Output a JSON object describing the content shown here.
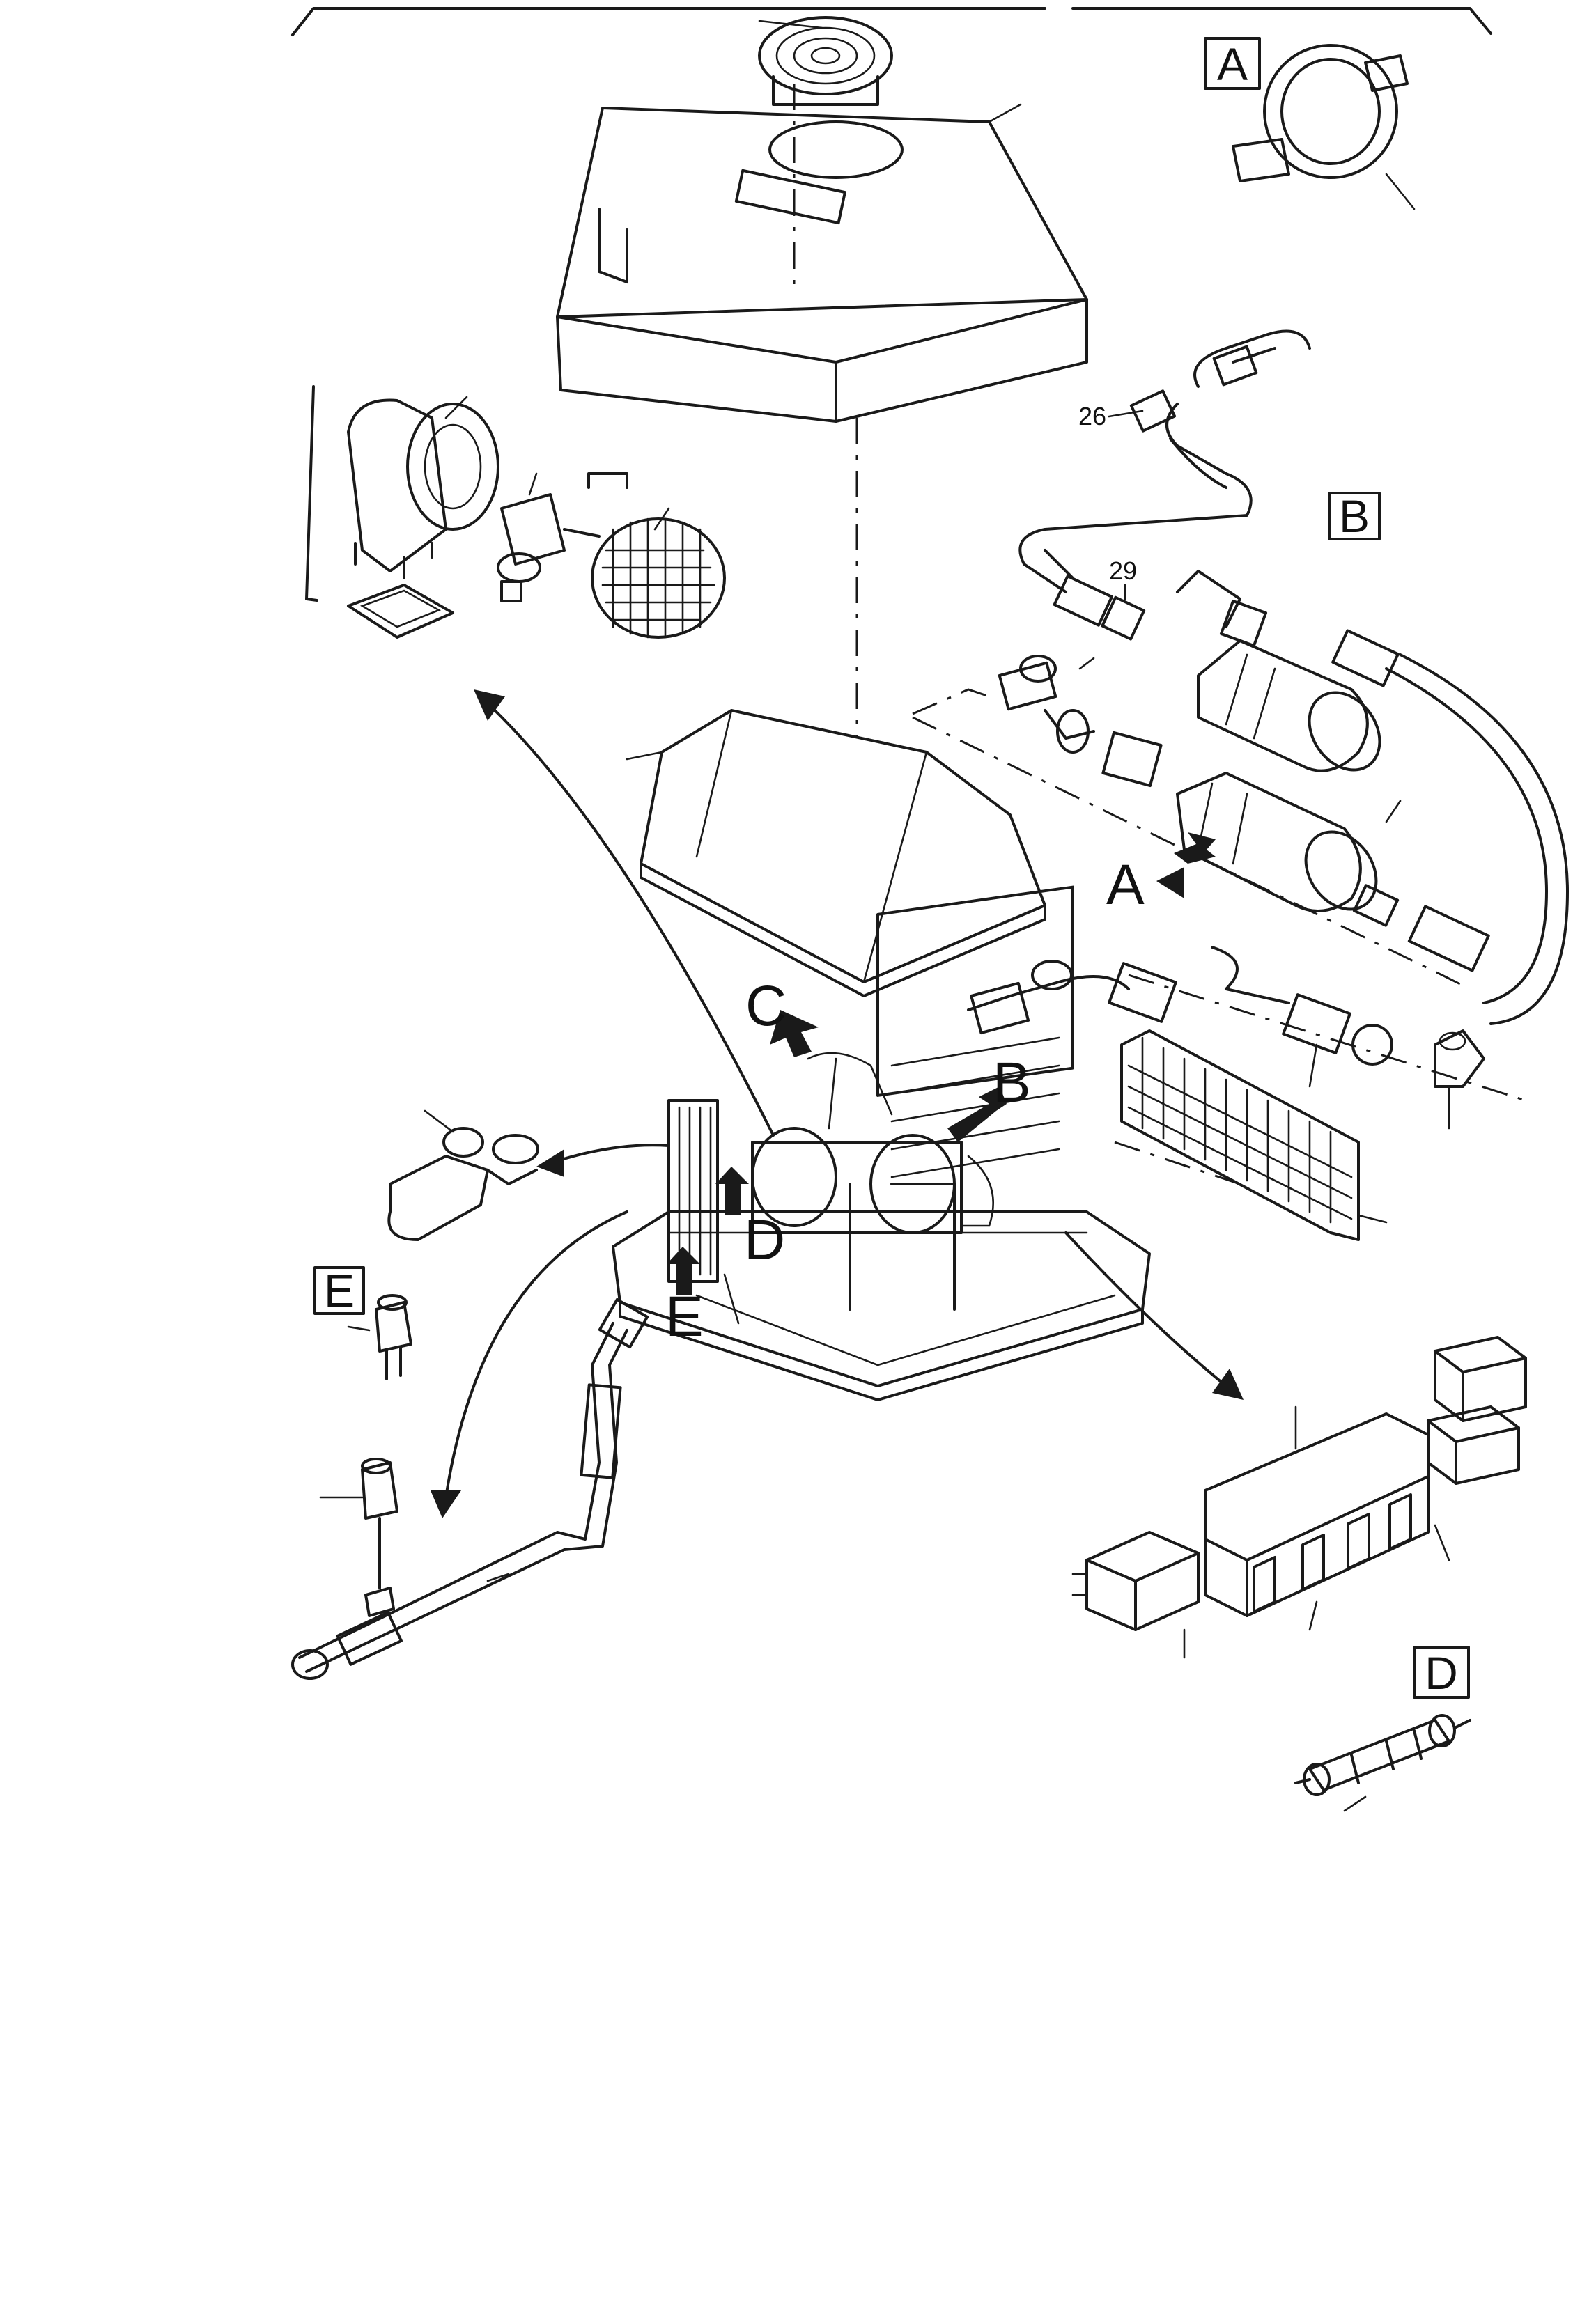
{
  "diagram": {
    "detail_boxes": {
      "a": "A",
      "b": "B",
      "d": "D",
      "e": "E"
    },
    "arrow_callouts": {
      "a": "A",
      "b": "B",
      "c": "C",
      "d": "D",
      "e": "E"
    },
    "part_numbers": {
      "p26": "26",
      "p29": "29"
    }
  }
}
